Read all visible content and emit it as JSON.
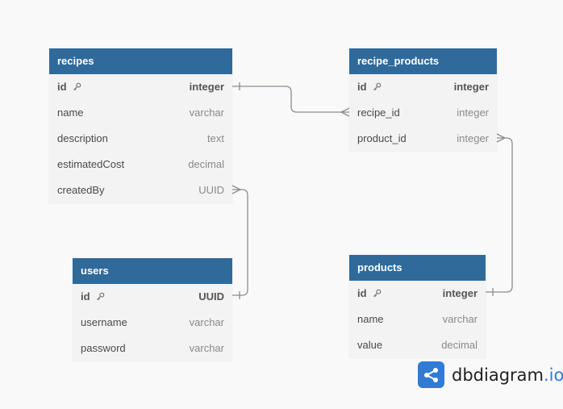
{
  "tables": {
    "recipes": {
      "name": "recipes",
      "fields": [
        {
          "name": "id",
          "type": "integer",
          "pk": true
        },
        {
          "name": "name",
          "type": "varchar"
        },
        {
          "name": "description",
          "type": "text"
        },
        {
          "name": "estimatedCost",
          "type": "decimal"
        },
        {
          "name": "createdBy",
          "type": "UUID"
        }
      ]
    },
    "recipe_products": {
      "name": "recipe_products",
      "fields": [
        {
          "name": "id",
          "type": "integer",
          "pk": true
        },
        {
          "name": "recipe_id",
          "type": "integer"
        },
        {
          "name": "product_id",
          "type": "integer"
        }
      ]
    },
    "users": {
      "name": "users",
      "fields": [
        {
          "name": "id",
          "type": "UUID",
          "pk": true
        },
        {
          "name": "username",
          "type": "varchar"
        },
        {
          "name": "password",
          "type": "varchar"
        }
      ]
    },
    "products": {
      "name": "products",
      "fields": [
        {
          "name": "id",
          "type": "integer",
          "pk": true
        },
        {
          "name": "name",
          "type": "varchar"
        },
        {
          "name": "value",
          "type": "decimal"
        }
      ]
    }
  },
  "relationships": [
    {
      "from": "recipes.id",
      "to": "recipe_products.recipe_id",
      "cardinality": "one-to-many"
    },
    {
      "from": "products.id",
      "to": "recipe_products.product_id",
      "cardinality": "one-to-many"
    },
    {
      "from": "users.id",
      "to": "recipes.createdBy",
      "cardinality": "one-to-many"
    }
  ],
  "brand": {
    "name": "dbdiagram",
    "tld": ".io"
  },
  "colors": {
    "header": "#2f6a9b",
    "body": "#f3f3f4",
    "link": "#8c8c92",
    "brand": "#2f7bd6"
  },
  "icons": {
    "primary_key": "key-icon"
  }
}
